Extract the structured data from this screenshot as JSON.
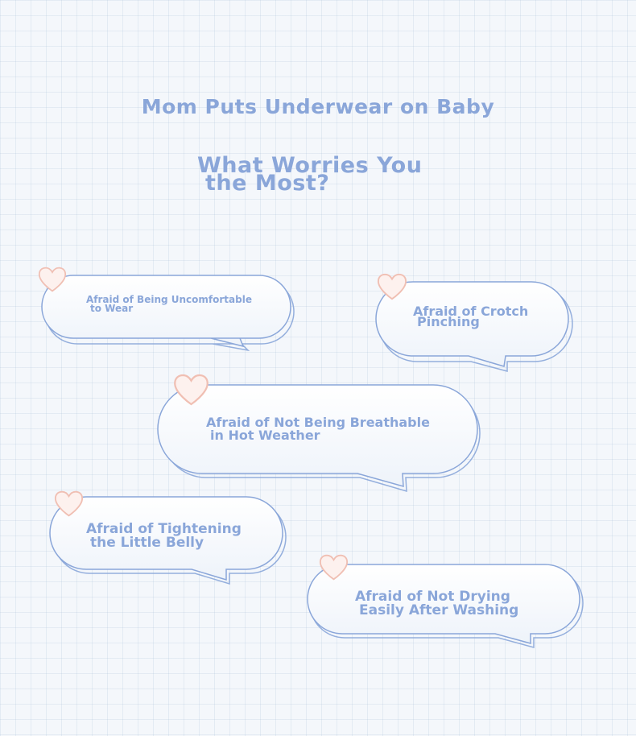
{
  "heading": {
    "line1": "Mom Puts Underwear on Baby",
    "line2a": "What Worries You",
    "line2b": "the Most?"
  },
  "bubbles": [
    {
      "line1": "Afraid of Being Uncomfortable",
      "line2": "to Wear"
    },
    {
      "line1": "Afraid of Crotch",
      "line2": "Pinching"
    },
    {
      "line1": "Afraid of Not Being Breathable",
      "line2": "in Hot Weather"
    },
    {
      "line1": "Afraid of Tightening",
      "line2": "the Little Belly"
    },
    {
      "line1": "Afraid of Not Drying",
      "line2": "Easily After Washing"
    }
  ],
  "colors": {
    "text": "#8aa6d9",
    "outline": "#8aa6d9",
    "heart": "#f5c7bc",
    "background": "#f4f7fb"
  },
  "icons": [
    "heart-icon"
  ]
}
